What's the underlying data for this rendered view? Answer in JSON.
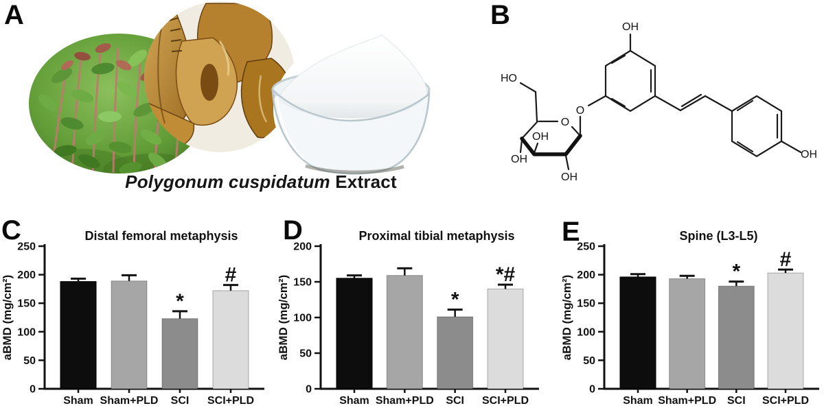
{
  "panels": {
    "a": {
      "label": "A",
      "caption_italic": "Polygonum cuspidatum",
      "caption_rest": " Extract",
      "photos": [
        "japanese-knotweed-plant",
        "dried-root-slices",
        "white-extract-powder-in-glass-dish"
      ]
    },
    "b": {
      "label": "B",
      "atoms": {
        "oh_top": "OH",
        "ho_glucose": "HO",
        "o_glycosidic": "O",
        "o_ring": "O",
        "oh_c3": "OH",
        "oh_c4": "OH",
        "oh_c2": "OH",
        "oh_right": "OH"
      }
    },
    "c": {
      "label": "C"
    },
    "d": {
      "label": "D"
    },
    "e": {
      "label": "E"
    }
  },
  "chart_data": [
    {
      "id": "c",
      "type": "bar",
      "title": "Distal femoral metaphysis",
      "ylabel": "aBMD (mg/cm²)",
      "categories": [
        "Sham",
        "Sham+PLD",
        "SCI",
        "SCI+PLD"
      ],
      "values": [
        188,
        189,
        123,
        172
      ],
      "errors": [
        5,
        10,
        13,
        10
      ],
      "annotations": [
        "",
        "",
        "*",
        "#"
      ],
      "ylim": [
        0,
        250
      ],
      "ytick_step": 50,
      "grid": false,
      "bar_colors": [
        "#0d0d0d",
        "#a6a6a6",
        "#8c8c8c",
        "#dcdcdc"
      ]
    },
    {
      "id": "d",
      "type": "bar",
      "title": "Proximal tibial metaphysis",
      "ylabel": "aBMD (mg/cm²)",
      "categories": [
        "Sham",
        "Sham+PLD",
        "SCI",
        "SCI+PLD"
      ],
      "values": [
        155,
        159,
        101,
        140
      ],
      "errors": [
        4,
        10,
        10,
        6
      ],
      "annotations": [
        "",
        "",
        "*",
        "*#"
      ],
      "ylim": [
        0,
        200
      ],
      "ytick_step": 50,
      "grid": false,
      "bar_colors": [
        "#0d0d0d",
        "#a6a6a6",
        "#8c8c8c",
        "#dcdcdc"
      ]
    },
    {
      "id": "e",
      "type": "bar",
      "title": "Spine (L3-L5)",
      "ylabel": "aBMD (mg/cm²)",
      "categories": [
        "Sham",
        "Sham+PLD",
        "SCI",
        "SCI+PLD"
      ],
      "values": [
        196,
        193,
        180,
        203
      ],
      "errors": [
        5,
        5,
        8,
        6
      ],
      "annotations": [
        "",
        "",
        "*",
        "#"
      ],
      "ylim": [
        0,
        250
      ],
      "ytick_step": 50,
      "grid": false,
      "bar_colors": [
        "#0d0d0d",
        "#a6a6a6",
        "#8c8c8c",
        "#dcdcdc"
      ]
    }
  ]
}
